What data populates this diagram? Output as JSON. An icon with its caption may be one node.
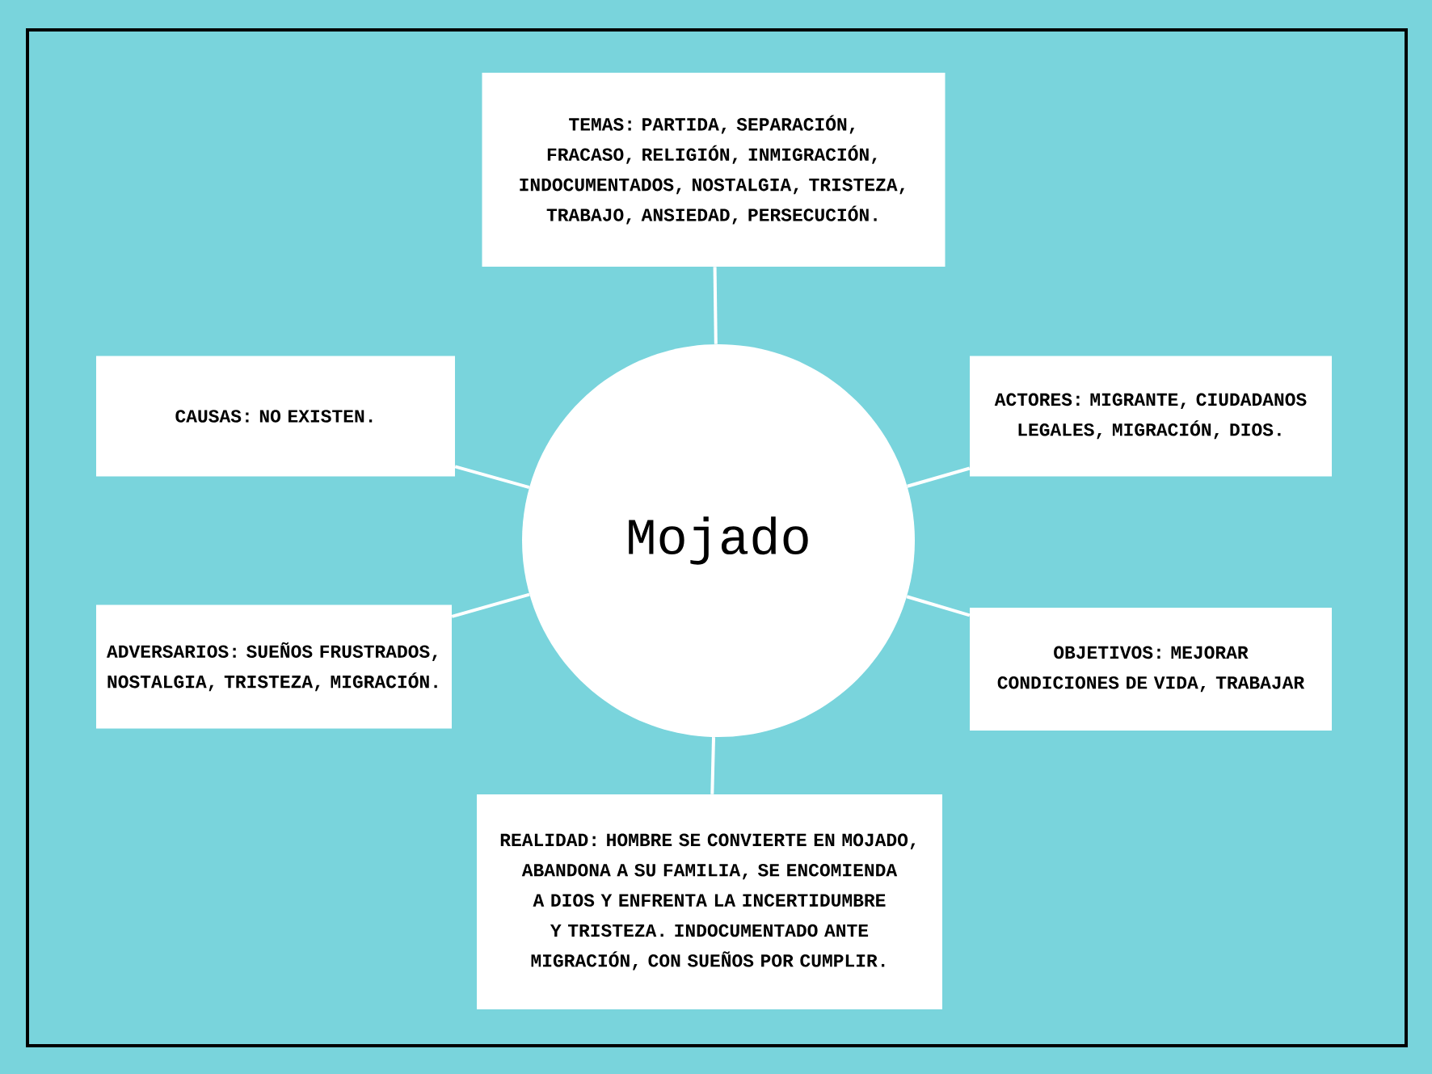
{
  "diagram": {
    "nodes": [
      {
        "text": [
          "TEMAS: PARTIDA, SEPARACIÓN, FRACASO, RELIGIÓN, INMIGRACIÓN, INDOCUMENTADOS, NOSTALGIA, TRISTEZA, TRABAJO, ANSIEDAD, PERSECUCIÓN."
        ]
      },
      {
        "text": [
          "CAUSAS: NO EXISTEN."
        ]
      },
      {
        "text": [
          "Mojado"
        ]
      },
      {
        "text": [
          "ACTORES: MIGRANTE, CIUDADANOS LEGALES, MIGRACIÓN, DIOS."
        ]
      },
      {
        "text": [
          "ADVERSARIOS: SUEÑOS FRUSTRADOS, NOSTALGIA, TRISTEZA, MIGRACIÓN."
        ]
      },
      {
        "text": [
          "OBJETIVOS: MEJORAR CONDICIONES DE VIDA, TRABAJAR"
        ]
      },
      {
        "text": [
          "REALIDAD: HOMBRE SE CONVIERTE EN MOJADO, ABANDONA A SU FAMILIA, SE ENCOMIENDA A DIOS Y ENFRENTA LA INCERTIDUMBRE Y TRISTEZA. INDOCUMENTADO ANTE MIGRACIÓN, CON SUEÑOS POR CUMPLIR."
        ]
      }
    ],
    "edges": [
      {
        "from": 2,
        "to": 0,
        "arrow": "none"
      },
      {
        "from": 2,
        "to": 1,
        "arrow": "none"
      },
      {
        "from": 2,
        "to": 3,
        "arrow": "none"
      },
      {
        "from": 2,
        "to": 4,
        "arrow": "none"
      },
      {
        "from": 2,
        "to": 5,
        "arrow": "none"
      },
      {
        "from": 2,
        "to": 6,
        "arrow": "none"
      }
    ]
  }
}
